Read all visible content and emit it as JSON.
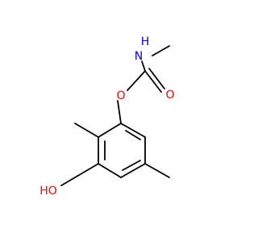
{
  "molecule": {
    "atoms": {
      "nitrogen_label": "N",
      "nitrogen_hydrogen_label": "H",
      "carbonyl_oxygen_label": "O",
      "ester_oxygen_label": "O",
      "hydroxyl_label": "HO"
    },
    "colors": {
      "bond": "#000000",
      "nitrogen": "#0000ff",
      "oxygen": "#ff0000",
      "background": "#ffffff"
    }
  }
}
